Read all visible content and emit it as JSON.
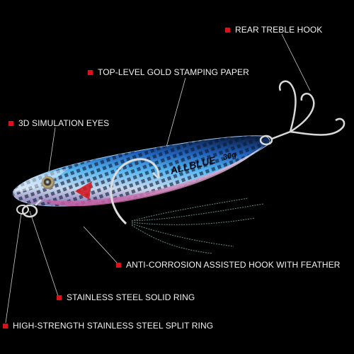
{
  "callouts": {
    "rear_hook": "REAR TREBLE HOOK",
    "gold_paper": "TOP-LEVEL GOLD STAMPING PAPER",
    "eyes": "3D SIMULATION EYES",
    "assisted_hook": "ANTI-CORROSION ASSISTED HOOK WITH FEATHER",
    "solid_ring": "STAINLESS STEEL SOLID RING",
    "split_ring": "HIGH-STRENGTH STAINLESS STEEL SPLIT RING"
  },
  "lure": {
    "brand": "ALLBLUE",
    "weight": "30g"
  },
  "colors": {
    "background": "#000000",
    "bullet": "#e0101a",
    "lure_body": "#2f8fd6",
    "hook": "#d9d9d9"
  }
}
